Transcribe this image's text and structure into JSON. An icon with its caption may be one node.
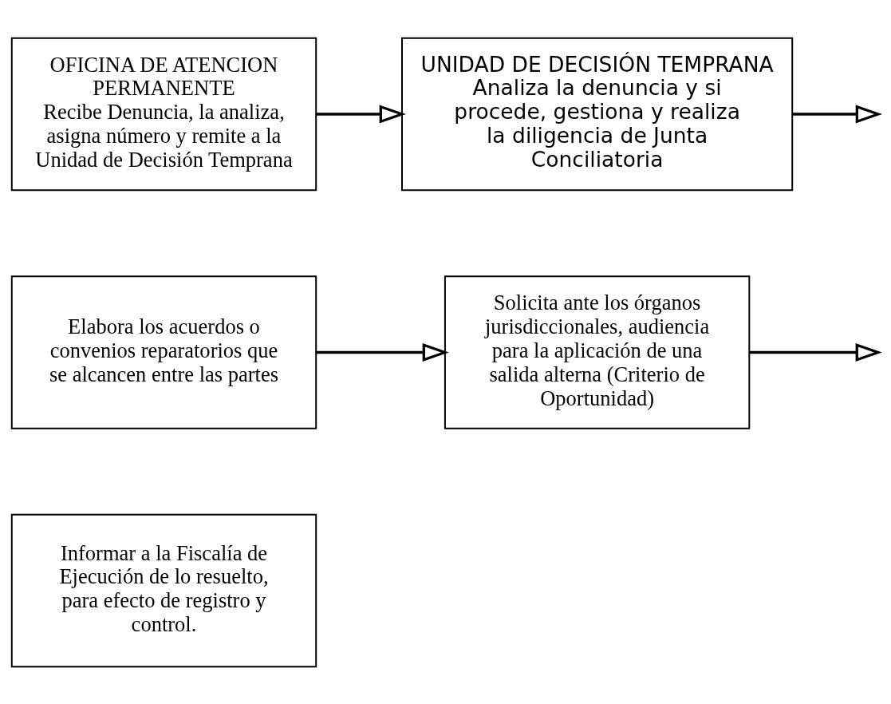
{
  "diagram": {
    "nodes": [
      {
        "text": [
          "OFICINA DE ATENCION PERMANENTE",
          "Recibe Denuncia, la analiza, asigna número y remite a la Unidad de Decisión Temprana"
        ]
      },
      {
        "text": [
          "UNIDAD DE DECISIÓN TEMPRANA",
          "Analiza la denuncia y si procede, gestiona y realiza la diligencia de Junta Conciliatoria"
        ]
      },
      {
        "text": [
          "Elabora los acuerdos o convenios reparatorios que se alcancen entre las partes"
        ]
      },
      {
        "text": [
          "Solicita ante los órganos jurisdiccionales, audiencia para la aplicación de una salida alterna (Criterio de Oportunidad)"
        ]
      },
      {
        "text": [
          "Informar a la Fiscalía de Ejecución de lo resuelto, para efecto de registro y control."
        ]
      }
    ],
    "edges": [
      {
        "from": 0,
        "to": 1,
        "arrow": "to"
      },
      {
        "from": 1,
        "to": null,
        "arrow": "to"
      },
      {
        "from": 2,
        "to": 3,
        "arrow": "to"
      },
      {
        "from": 3,
        "to": null,
        "arrow": "to"
      }
    ]
  }
}
